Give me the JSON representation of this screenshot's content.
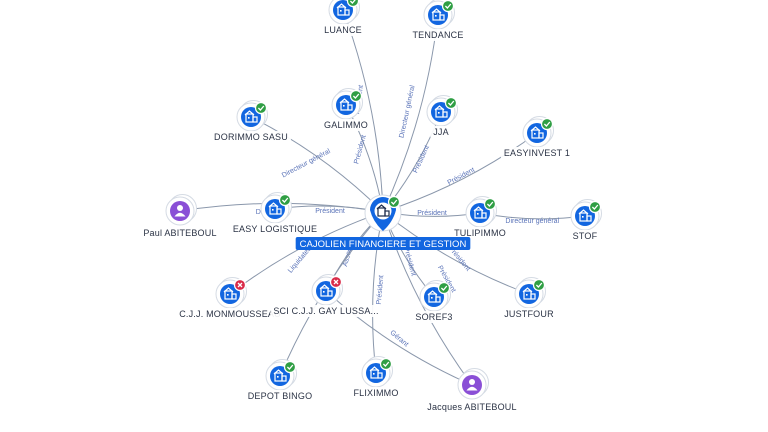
{
  "center": {
    "name": "CAJOLIEN FINANCIERE ET GESTION",
    "icon": "building-icon",
    "status": "active"
  },
  "colors": {
    "node_blue": "#1266e0",
    "person_purple": "#8a4fd6",
    "active_badge": "#2f9e44",
    "closed_badge": "#d92c4a",
    "edge": "#8a97ab",
    "edge_label": "#5a73b8"
  },
  "nodes": [
    {
      "id": "luance",
      "label": "LUANCE",
      "type": "company",
      "status": "active"
    },
    {
      "id": "tendance",
      "label": "TENDANCE",
      "type": "company",
      "status": "active"
    },
    {
      "id": "dorimmo",
      "label": "DORIMMO SASU",
      "type": "company",
      "status": "active"
    },
    {
      "id": "galimmo",
      "label": "GALIMMO",
      "type": "company",
      "status": "active"
    },
    {
      "id": "jja",
      "label": "JJA",
      "type": "company",
      "status": "active"
    },
    {
      "id": "easyinvest",
      "label": "EASYINVEST 1",
      "type": "company",
      "status": "active"
    },
    {
      "id": "paul",
      "label": "Paul ABITEBOUL",
      "type": "person"
    },
    {
      "id": "easylog",
      "label": "EASY LOGISTIQUE",
      "type": "company",
      "status": "active"
    },
    {
      "id": "tulipimmo",
      "label": "TULIPIMMO",
      "type": "company",
      "status": "active"
    },
    {
      "id": "stof",
      "label": "STOF",
      "type": "company",
      "status": "active"
    },
    {
      "id": "cjjmon",
      "label": "C.J.J. MONMOUSSEAU",
      "type": "company",
      "status": "closed"
    },
    {
      "id": "scicjj",
      "label": "SCI C.J.J. GAY LUSSA...",
      "type": "company",
      "status": "closed"
    },
    {
      "id": "soref3",
      "label": "SOREF3",
      "type": "company",
      "status": "active"
    },
    {
      "id": "justfour",
      "label": "JUSTFOUR",
      "type": "company",
      "status": "active"
    },
    {
      "id": "depot",
      "label": "DEPOT BINGO",
      "type": "company",
      "status": "active"
    },
    {
      "id": "fliximmo",
      "label": "FLIXIMMO",
      "type": "company",
      "status": "active"
    },
    {
      "id": "jacques",
      "label": "Jacques ABITEBOUL",
      "type": "person"
    }
  ],
  "edges": [
    {
      "from": "center",
      "to": "luance",
      "label": "Président"
    },
    {
      "from": "center",
      "to": "tendance",
      "label": "Directeur général"
    },
    {
      "from": "center",
      "to": "dorimmo",
      "label": "Directeur général"
    },
    {
      "from": "center",
      "to": "galimmo",
      "label": "Président"
    },
    {
      "from": "center",
      "to": "jja",
      "label": "Président"
    },
    {
      "from": "center",
      "to": "easyinvest",
      "label": "Président"
    },
    {
      "from": "center",
      "to": "paul",
      "label": "Directeur"
    },
    {
      "from": "center",
      "to": "easylog",
      "label": "Président"
    },
    {
      "from": "center",
      "to": "tulipimmo",
      "label": "Président"
    },
    {
      "from": "tulipimmo",
      "to": "stof",
      "label": "Directeur général"
    },
    {
      "from": "center",
      "to": "cjjmon",
      "label": "Liquidateur"
    },
    {
      "from": "center",
      "to": "scicjj",
      "label": "Associé"
    },
    {
      "from": "center",
      "to": "soref3",
      "label": "Président"
    },
    {
      "from": "center",
      "to": "justfour",
      "label": "Président"
    },
    {
      "from": "center",
      "to": "depot",
      "label": ""
    },
    {
      "from": "center",
      "to": "fliximmo",
      "label": "Président"
    },
    {
      "from": "center",
      "to": "jacques",
      "label": "Président"
    },
    {
      "from": "scicjj",
      "to": "jacques",
      "label": "Gérant"
    }
  ]
}
